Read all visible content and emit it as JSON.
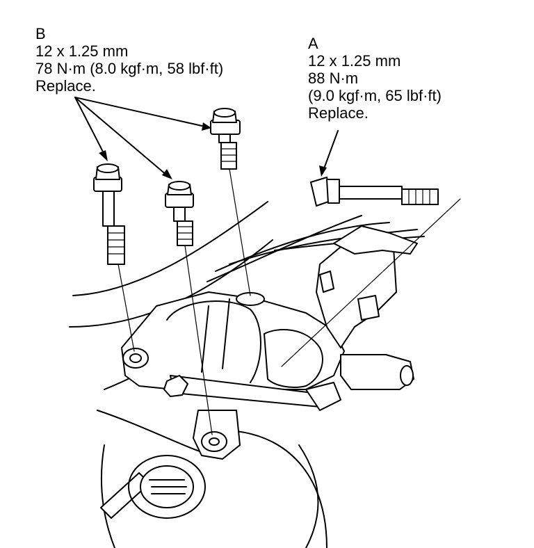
{
  "callouts": {
    "b": {
      "letter": "B",
      "size": "12 x 1.25 mm",
      "torque": "78 N·m (8.0 kgf·m, 58 lbf·ft)",
      "note": "Replace."
    },
    "a": {
      "letter": "A",
      "size": "12 x 1.25 mm",
      "torque": "88 N·m",
      "torque_alt": "(9.0 kgf·m, 65 lbf·ft)",
      "note": "Replace."
    }
  }
}
